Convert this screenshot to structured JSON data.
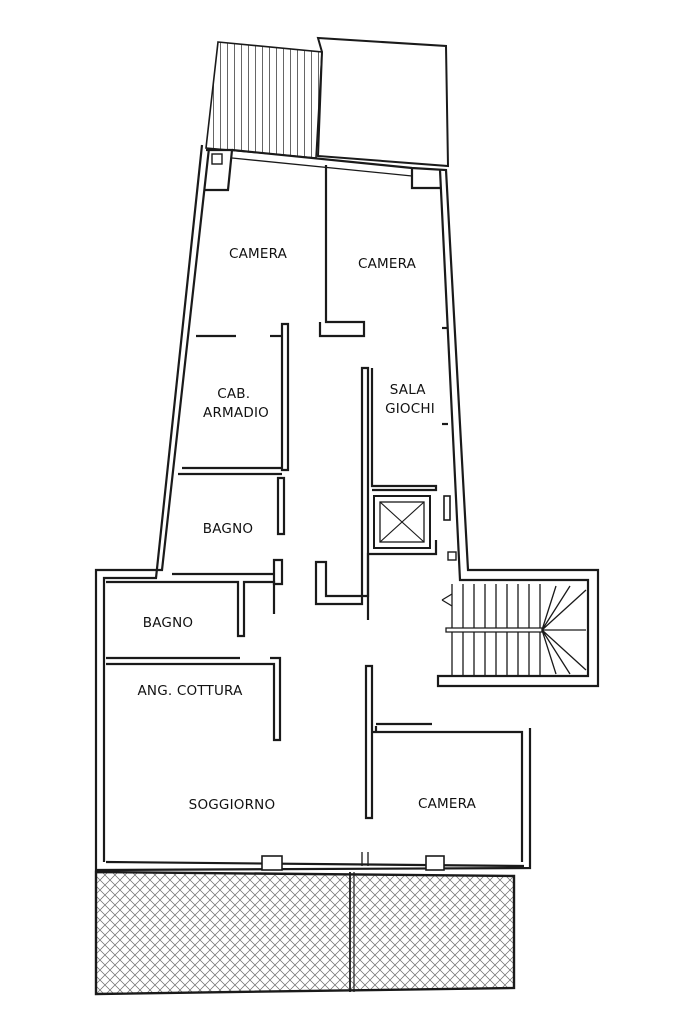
{
  "rooms": [
    {
      "id": "camera-1",
      "lines": [
        "CAMERA"
      ]
    },
    {
      "id": "camera-2",
      "lines": [
        "CAMERA"
      ]
    },
    {
      "id": "cab-armadio",
      "lines": [
        "CAB.",
        "ARMADIO"
      ]
    },
    {
      "id": "sala-giochi",
      "lines": [
        "SALA",
        "GIOCHI"
      ]
    },
    {
      "id": "bagno-1",
      "lines": [
        "BAGNO"
      ]
    },
    {
      "id": "bagno-2",
      "lines": [
        "BAGNO"
      ]
    },
    {
      "id": "ang-cottura",
      "lines": [
        "ANG. COTTURA"
      ]
    },
    {
      "id": "soggiorno",
      "lines": [
        "SOGGIORNO"
      ]
    },
    {
      "id": "camera-3",
      "lines": [
        "CAMERA"
      ]
    }
  ]
}
